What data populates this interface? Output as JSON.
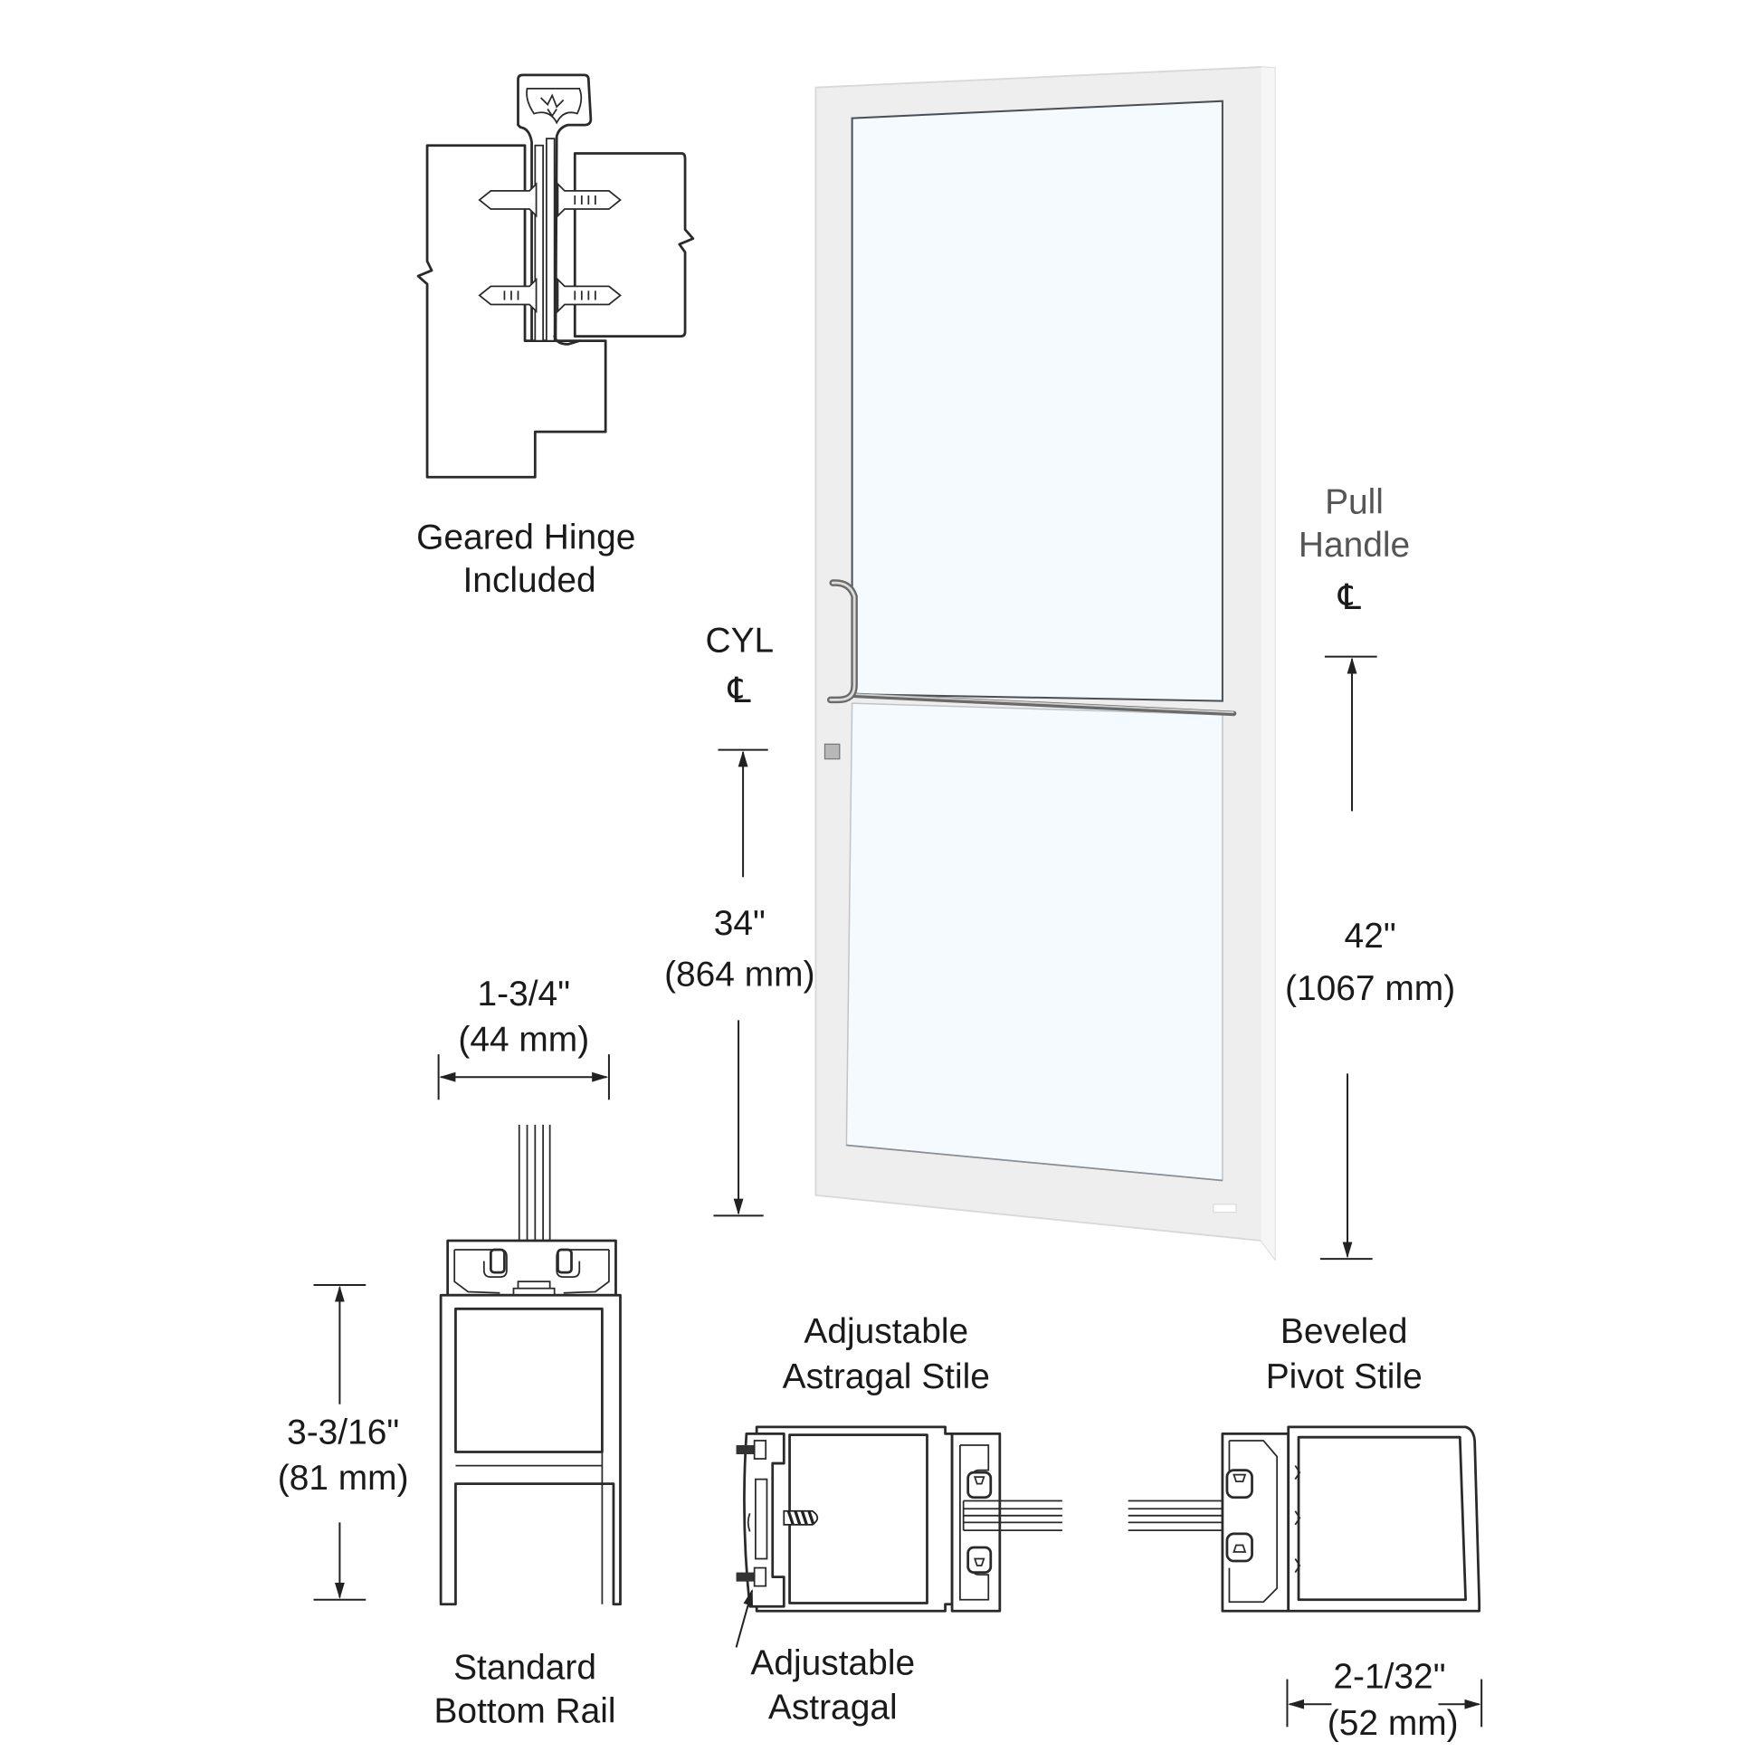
{
  "diagram": {
    "colors": {
      "background": "#ffffff",
      "door_frame": "#eeeeee",
      "door_frame_edge": "#d9d9d9",
      "glass": "#f4fafd",
      "glass_edge": "#4a4f55",
      "hardware": "#9a9a9a",
      "line": "#2a2a2a"
    },
    "hinge": {
      "label_line1": "Geared Hinge",
      "label_line2": "Included"
    },
    "door": {
      "cyl_label": "CYL",
      "cyl_centerline": "℄",
      "pull_label_line1": "Pull",
      "pull_label_line2": "Handle",
      "pull_centerline": "℄"
    },
    "dimensions": {
      "cyl_height_in": "34\"",
      "cyl_height_mm": "(864 mm)",
      "pull_height_in": "42\"",
      "pull_height_mm": "(1067 mm)",
      "rail_depth_in": "1-3/4\"",
      "rail_depth_mm": "(44 mm)",
      "rail_height_in": "3-3/16\"",
      "rail_height_mm": "(81 mm)",
      "stile_width_in": "2-1/32\"",
      "stile_width_mm": "(52 mm)"
    },
    "sections": {
      "bottom_rail_line1": "Standard",
      "bottom_rail_line2": "Bottom Rail",
      "astragal_stile_line1": "Adjustable",
      "astragal_stile_line2": "Astragal Stile",
      "astragal_line1": "Adjustable",
      "astragal_line2": "Astragal",
      "pivot_stile_line1": "Beveled",
      "pivot_stile_line2": "Pivot Stile"
    }
  }
}
